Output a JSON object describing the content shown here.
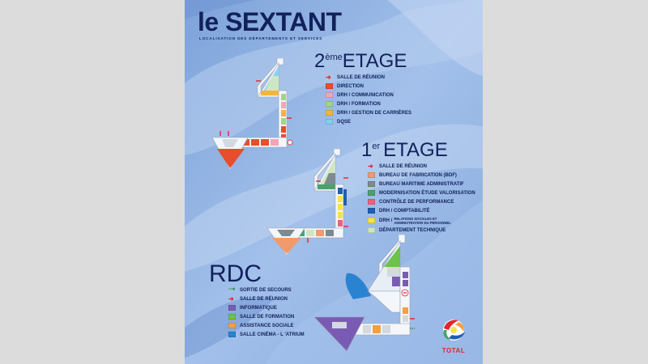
{
  "poster": {
    "title": "le SEXTANT",
    "subtitle": "LOCALISATION DES DÉPARTEMENTS ET SERVICES",
    "brand": "TOTAL"
  },
  "floors": {
    "f2": {
      "title_main": "2",
      "title_sup": "ème",
      "title_rest": "ETAGE",
      "legend": [
        {
          "type": "arrow",
          "label": "SALLE DE RÉUNION",
          "color": "#e4252c"
        },
        {
          "type": "swatch",
          "label": "DIRECTION",
          "color": "#e84d2e"
        },
        {
          "type": "swatch",
          "label": "DRH / COMMUNICATION",
          "color": "#f4a5b6"
        },
        {
          "type": "swatch",
          "label": "DRH / FORMATION",
          "color": "#a5d38a"
        },
        {
          "type": "swatch",
          "label": "DRH / GESTION DE CARRIÈRES",
          "color": "#f7b43c"
        },
        {
          "type": "swatch",
          "label": "DQSE",
          "color": "#7fd0ef"
        }
      ]
    },
    "f1": {
      "title_main": "1",
      "title_sup": "er",
      "title_rest": "ETAGE",
      "legend": [
        {
          "type": "arrow",
          "label": "SALLE DE RÉUNION",
          "color": "#e4252c"
        },
        {
          "type": "swatch",
          "label": "BUREAU DE FABRICATION (BDF)",
          "color": "#f29a6b"
        },
        {
          "type": "swatch",
          "label": "BUREAU MARITIME ADMINISTRATIF",
          "color": "#7d8b8f"
        },
        {
          "type": "swatch",
          "label": "MODERNISATION ÉTUDE VALORISATION",
          "color": "#47a36a"
        },
        {
          "type": "swatch",
          "label": "CONTRÔLE DE PERFORMANCE",
          "color": "#ef5f7c"
        },
        {
          "type": "swatch",
          "label": "DRH / COMPTABILITÉ",
          "color": "#1f5fb0"
        },
        {
          "type": "swatch2",
          "label_a": "DRH /",
          "label_b": "RELATIONS SOCIALES ET",
          "label_c": "ADMINISTRATION DU PERSONNEL",
          "color": "#f8e24a"
        },
        {
          "type": "swatch",
          "label": "DÉPARTEMENT TECHNIQUE",
          "color": "#cfe6c2"
        }
      ]
    },
    "rdc": {
      "title": "RDC",
      "legend": [
        {
          "type": "arrow",
          "label": "SORTIE DE SECOURS",
          "color": "#2a8a3a",
          "arrow": "dashed"
        },
        {
          "type": "arrow",
          "label": "SALLE DE RÉUNION",
          "color": "#e4252c"
        },
        {
          "type": "swatch",
          "label": "INFORMATIQUE",
          "color": "#7a5bb4"
        },
        {
          "type": "swatch",
          "label": "SALLE DE FORMATION",
          "color": "#6cc24a"
        },
        {
          "type": "swatch",
          "label": "ASSISTANCE SOCIALE",
          "color": "#f3a041"
        },
        {
          "type": "swatch",
          "label": "SALLE CINÉMA - L 'ATRIUM",
          "color": "#2a83d0"
        }
      ]
    }
  },
  "colors": {
    "poster_bg": "#8fb0de",
    "title_navy": "#12215a",
    "frame_white": "#f3f6fb",
    "corridor_grey": "#d3d9df"
  }
}
